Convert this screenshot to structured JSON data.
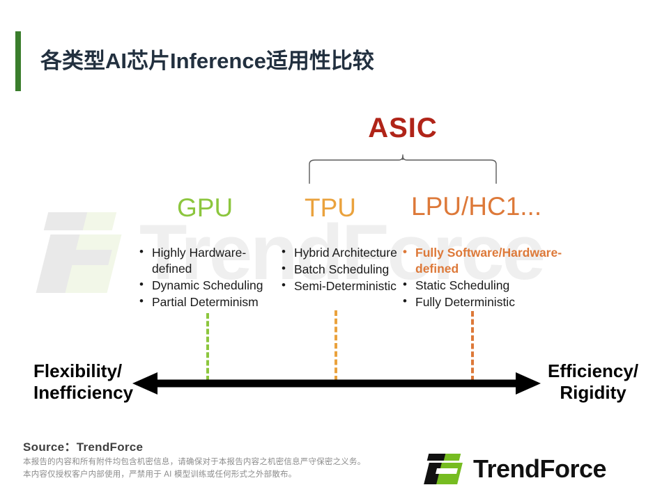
{
  "slide": {
    "title": "各类型AI芯片Inference适用性比较",
    "accent_color": "#3a7d2c",
    "title_color": "#22303f"
  },
  "watermark": {
    "text": "TrendForce",
    "color": "#efefef"
  },
  "diagram": {
    "group_label": "ASIC",
    "group_label_color": "#b02418",
    "columns": [
      {
        "name": "gpu",
        "heading": "GPU",
        "color": "#8cc63e",
        "bullets": [
          {
            "text": "Highly Hardware-defined",
            "accent": false
          },
          {
            "text": "Dynamic Scheduling",
            "accent": false
          },
          {
            "text": "Partial Determinism",
            "accent": false
          }
        ]
      },
      {
        "name": "tpu",
        "heading": "TPU",
        "color": "#eaa23d",
        "bullets": [
          {
            "text": "Hybrid Architecture",
            "accent": false
          },
          {
            "text": "Batch Scheduling",
            "accent": false
          },
          {
            "text": "Semi-Deterministic",
            "accent": false
          }
        ]
      },
      {
        "name": "lpu",
        "heading": "LPU/HC1...",
        "color": "#dd7939",
        "bullets": [
          {
            "text": "Fully Software/Hardware-defined",
            "accent": true
          },
          {
            "text": "Static Scheduling",
            "accent": false
          },
          {
            "text": "Fully Deterministic",
            "accent": false
          }
        ]
      }
    ],
    "axis": {
      "left_label_line1": "Flexibility/",
      "left_label_line2": "Inefficiency",
      "right_label_line1": "Efficiency/",
      "right_label_line2": "Rigidity",
      "arrow_color": "#000000"
    }
  },
  "footer": {
    "source": "Source：TrendForce",
    "note_line1": "本报告的内容和所有附件均包含机密信息，请确保对于本报告内容之机密信息严守保密之义务。",
    "note_line2": "本内容仅授权客户内部使用，严禁用于 AI 模型训练或任何形式之外部散布。",
    "logo_text": "TrendForce",
    "logo_green": "#76bc21",
    "logo_black": "#111111"
  }
}
